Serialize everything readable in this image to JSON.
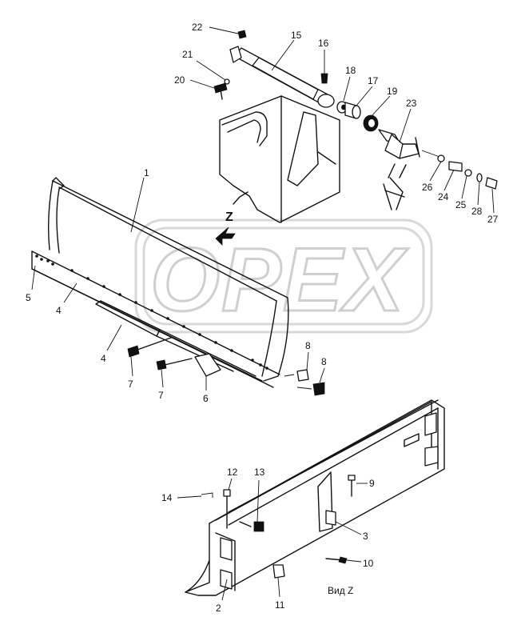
{
  "watermark": {
    "text": "OPEX"
  },
  "view_marker": "Z",
  "caption": "Вид Z",
  "callouts": [
    {
      "id": "c22",
      "text": "22"
    },
    {
      "id": "c15",
      "text": "15"
    },
    {
      "id": "c16",
      "text": "16"
    },
    {
      "id": "c21",
      "text": "21"
    },
    {
      "id": "c18",
      "text": "18"
    },
    {
      "id": "c20",
      "text": "20"
    },
    {
      "id": "c17",
      "text": "17"
    },
    {
      "id": "c19",
      "text": "19"
    },
    {
      "id": "c23",
      "text": "23"
    },
    {
      "id": "c1",
      "text": "1"
    },
    {
      "id": "c26",
      "text": "26"
    },
    {
      "id": "c24",
      "text": "24"
    },
    {
      "id": "c25",
      "text": "25"
    },
    {
      "id": "c28",
      "text": "28"
    },
    {
      "id": "c27",
      "text": "27"
    },
    {
      "id": "c5",
      "text": "5"
    },
    {
      "id": "c4a",
      "text": "4"
    },
    {
      "id": "c4b",
      "text": "4"
    },
    {
      "id": "c8a",
      "text": "8"
    },
    {
      "id": "c8b",
      "text": "8"
    },
    {
      "id": "c7a",
      "text": "7"
    },
    {
      "id": "c7b",
      "text": "7"
    },
    {
      "id": "c6",
      "text": "6"
    },
    {
      "id": "c12",
      "text": "12"
    },
    {
      "id": "c13",
      "text": "13"
    },
    {
      "id": "c9",
      "text": "9"
    },
    {
      "id": "c14",
      "text": "14"
    },
    {
      "id": "c3",
      "text": "3"
    },
    {
      "id": "c10",
      "text": "10"
    },
    {
      "id": "c2",
      "text": "2"
    },
    {
      "id": "c11",
      "text": "11"
    }
  ]
}
